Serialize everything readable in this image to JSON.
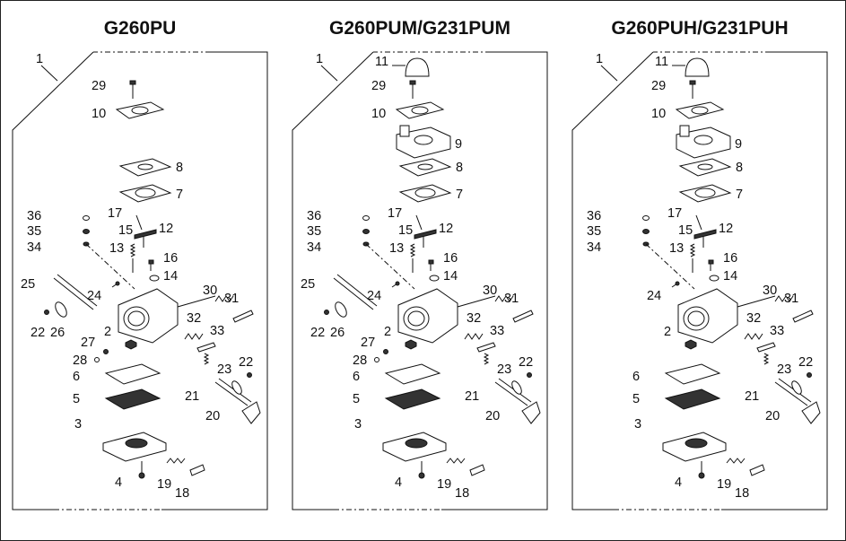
{
  "panels": [
    {
      "title": "G260PU",
      "labels": {
        "p1": "1",
        "p29": "29",
        "p10": "10",
        "p8": "8",
        "p7": "7",
        "p36": "36",
        "p35": "35",
        "p34": "34",
        "p17": "17",
        "p15": "15",
        "p12": "12",
        "p13": "13",
        "p16": "16",
        "p14": "14",
        "p25": "25",
        "p24": "24",
        "p30": "30",
        "p31": "31",
        "p22a": "22",
        "p26": "26",
        "p2": "2",
        "p32": "32",
        "p33": "33",
        "p27": "27",
        "p28": "28",
        "p6": "6",
        "p23": "23",
        "p22b": "22",
        "p21": "21",
        "p5": "5",
        "p20": "20",
        "p3": "3",
        "p4": "4",
        "p19": "19",
        "p18": "18"
      }
    },
    {
      "title": "G260PUM/G231PUM",
      "labels": {
        "p1": "1",
        "p11": "11",
        "p29": "29",
        "p10": "10",
        "p9": "9",
        "p8": "8",
        "p7": "7",
        "p36": "36",
        "p35": "35",
        "p34": "34",
        "p17": "17",
        "p15": "15",
        "p12": "12",
        "p13": "13",
        "p16": "16",
        "p14": "14",
        "p25": "25",
        "p24": "24",
        "p30": "30",
        "p31": "31",
        "p22a": "22",
        "p26": "26",
        "p2": "2",
        "p32": "32",
        "p33": "33",
        "p27": "27",
        "p28": "28",
        "p6": "6",
        "p23": "23",
        "p22b": "22",
        "p21": "21",
        "p5": "5",
        "p20": "20",
        "p3": "3",
        "p4": "4",
        "p19": "19",
        "p18": "18"
      }
    },
    {
      "title": "G260PUH/G231PUH",
      "labels": {
        "p1": "1",
        "p11": "11",
        "p29": "29",
        "p10": "10",
        "p9": "9",
        "p8": "8",
        "p7": "7",
        "p36": "36",
        "p35": "35",
        "p34": "34",
        "p17": "17",
        "p15": "15",
        "p12": "12",
        "p13": "13",
        "p16": "16",
        "p14": "14",
        "p24": "24",
        "p30": "30",
        "p31": "31",
        "p2": "2",
        "p32": "32",
        "p33": "33",
        "p6": "6",
        "p23": "23",
        "p22b": "22",
        "p21": "21",
        "p5": "5",
        "p20": "20",
        "p3": "3",
        "p4": "4",
        "p19": "19",
        "p18": "18"
      }
    }
  ]
}
